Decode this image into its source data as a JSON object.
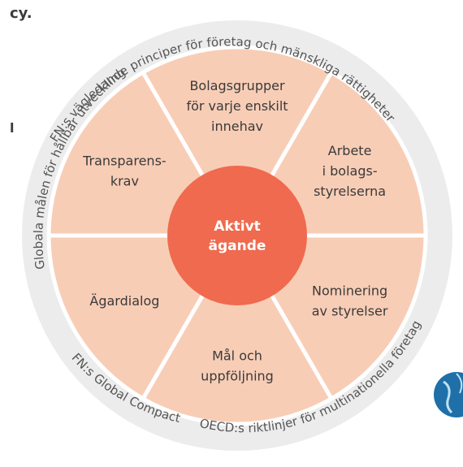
{
  "edge_fragments": {
    "top_right": "cy.",
    "left": "l"
  },
  "center": {
    "lines": [
      "Aktivt",
      "ägande"
    ]
  },
  "segments": [
    {
      "lines": [
        "Bolagsgrupper",
        "för varje enskilt",
        "innehav"
      ]
    },
    {
      "lines": [
        "Arbete",
        "i bolags-",
        "styrelserna"
      ]
    },
    {
      "lines": [
        "Nominering",
        "av styrelser"
      ]
    },
    {
      "lines": [
        "Mål och",
        "uppföljning"
      ]
    },
    {
      "lines": [
        "Ägardialog"
      ]
    },
    {
      "lines": [
        "Transparens-",
        "krav"
      ]
    }
  ],
  "ring_labels": {
    "top": "FN:s vägledande principer för företag och mänskliga rättigheter",
    "left": "Globala målen för hållbar utveckling",
    "bottom_left": "FN:s Global Compact",
    "bottom_right": "OECD:s riktlinjer för multinationella företag"
  },
  "colors": {
    "outer_ring": "#ececec",
    "segment_fill": "#f8cdb6",
    "segment_border": "#ffffff",
    "center_fill": "#ef6a4e",
    "text": "#3a3a3a",
    "ring_text": "#555555"
  }
}
